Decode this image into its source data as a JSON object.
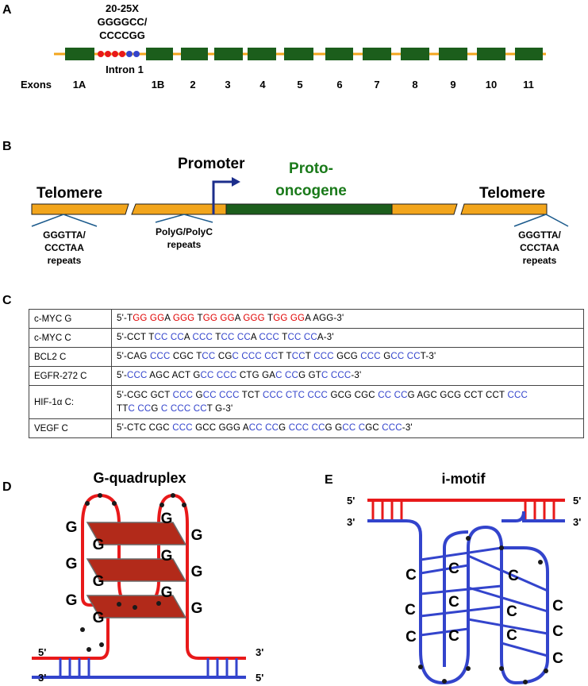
{
  "panel_labels": {
    "a": "A",
    "b": "B",
    "c": "C",
    "d": "D",
    "e": "E"
  },
  "panel_a": {
    "repeat_label_1": "20-25X",
    "repeat_label_2": "GGGGCC/",
    "repeat_label_3": "CCCCGG",
    "intron_label": "Intron 1",
    "exons_label": "Exons",
    "exons": [
      "1A",
      "1B",
      "2",
      "3",
      "4",
      "5",
      "6",
      "7",
      "8",
      "9",
      "10",
      "11"
    ],
    "colors": {
      "exon": "#1c5e1c",
      "line": "#f2a51c",
      "red_dot": "#e8191a",
      "blue_dot": "#3344cc"
    }
  },
  "panel_b": {
    "telomere_left": "Telomere",
    "telomere_right": "Telomere",
    "promoter": "Promoter",
    "protooncogene_1": "Proto-",
    "protooncogene_2": "oncogene",
    "left_repeat_1": "GGGTTA/",
    "left_repeat_2": "CCCTAA",
    "left_repeat_3": "repeats",
    "poly_1": "PolyG/PolyC",
    "poly_2": "repeats",
    "right_repeat_1": "GGGTTA/",
    "right_repeat_2": "CCCTAA",
    "right_repeat_3": "repeats",
    "colors": {
      "chromosome": "#f2a51c",
      "gene": "#1c5e1c",
      "arrow": "#1c2e8c",
      "title_green": "#1a7a1a"
    }
  },
  "panel_c": {
    "rows": [
      {
        "gene": "c-MYC G",
        "segments": [
          [
            "k",
            "5'-T"
          ],
          [
            "r",
            "GG GG"
          ],
          [
            "k",
            "A "
          ],
          [
            "r",
            "GGG"
          ],
          [
            "k",
            " T"
          ],
          [
            "r",
            "GG GG"
          ],
          [
            "k",
            "A "
          ],
          [
            "r",
            "GGG"
          ],
          [
            "k",
            " T"
          ],
          [
            "r",
            "GG GG"
          ],
          [
            "k",
            "A AGG-3'"
          ]
        ]
      },
      {
        "gene": "c-MYC C",
        "segments": [
          [
            "k",
            "5'-CCT T"
          ],
          [
            "b",
            "CC CC"
          ],
          [
            "k",
            "A "
          ],
          [
            "b",
            "CCC"
          ],
          [
            "k",
            " T"
          ],
          [
            "b",
            "CC CC"
          ],
          [
            "k",
            "A "
          ],
          [
            "b",
            "CCC"
          ],
          [
            "k",
            " T"
          ],
          [
            "b",
            "CC CC"
          ],
          [
            "k",
            "A-3'"
          ]
        ]
      },
      {
        "gene": "BCL2 C",
        "segments": [
          [
            "k",
            "5'-CAG "
          ],
          [
            "b",
            "CCC"
          ],
          [
            "k",
            " CGC T"
          ],
          [
            "b",
            "CC"
          ],
          [
            "k",
            " CG"
          ],
          [
            "b",
            "C CCC CC"
          ],
          [
            "k",
            "T T"
          ],
          [
            "b",
            "CC"
          ],
          [
            "k",
            "T "
          ],
          [
            "b",
            "CCC"
          ],
          [
            "k",
            " GCG "
          ],
          [
            "b",
            "CCC"
          ],
          [
            "k",
            " G"
          ],
          [
            "b",
            "CC CC"
          ],
          [
            "k",
            "T-3'"
          ]
        ]
      },
      {
        "gene": "EGFR-272 C",
        "segments": [
          [
            "k",
            "5'-"
          ],
          [
            "b",
            "CCC"
          ],
          [
            "k",
            " AGC ACT G"
          ],
          [
            "b",
            "CC CCC"
          ],
          [
            "k",
            " CTG GA"
          ],
          [
            "b",
            "C CC"
          ],
          [
            "k",
            "G GT"
          ],
          [
            "b",
            "C CCC"
          ],
          [
            "k",
            "-3'"
          ]
        ]
      },
      {
        "gene": "HIF-1α C:",
        "tall": true,
        "segments": [
          [
            "k",
            "5'-CGC GCT "
          ],
          [
            "b",
            "CCC"
          ],
          [
            "k",
            " G"
          ],
          [
            "b",
            "CC CCC"
          ],
          [
            "k",
            " TCT "
          ],
          [
            "b",
            "CCC"
          ],
          [
            "k",
            " "
          ],
          [
            "b",
            "CTC CCC"
          ],
          [
            "k",
            " GCG CGC "
          ],
          [
            "b",
            "CC CC"
          ],
          [
            "k",
            "G AGC GCG CCT CCT "
          ],
          [
            "b",
            "CCC"
          ],
          [
            "br",
            ""
          ],
          [
            "k",
            "TT"
          ],
          [
            "b",
            "C CC"
          ],
          [
            "k",
            "G "
          ],
          [
            "b",
            "C CCC"
          ],
          [
            "k",
            " "
          ],
          [
            "b",
            "CC"
          ],
          [
            "k",
            "T G-3'"
          ]
        ]
      },
      {
        "gene": "VEGF C",
        "segments": [
          [
            "k",
            "5'-CTC CGC "
          ],
          [
            "b",
            "CCC"
          ],
          [
            "k",
            " GCC GGG A"
          ],
          [
            "b",
            "CC CC"
          ],
          [
            "k",
            "G "
          ],
          [
            "b",
            "CCC CC"
          ],
          [
            "k",
            "G G"
          ],
          [
            "b",
            "CC C"
          ],
          [
            "k",
            "GC "
          ],
          [
            "b",
            "CCC"
          ],
          [
            "k",
            "-3'"
          ]
        ]
      }
    ]
  },
  "panel_d": {
    "title": "G-quadruplex",
    "g_letter": "G",
    "end_5_top": "5'",
    "end_3_bottom": "3'",
    "end_3_right": "3'",
    "end_5_right": "5'",
    "colors": {
      "strand": "#e8191a",
      "plane": "#b22a1a",
      "complement": "#3344cc"
    }
  },
  "panel_e": {
    "title": "i-motif",
    "c_letter": "C",
    "end_5_left": "5'",
    "end_3_left": "3'",
    "end_5_right": "5'",
    "end_3_right": "3'",
    "colors": {
      "strand": "#3344cc",
      "complement": "#e8191a"
    }
  }
}
